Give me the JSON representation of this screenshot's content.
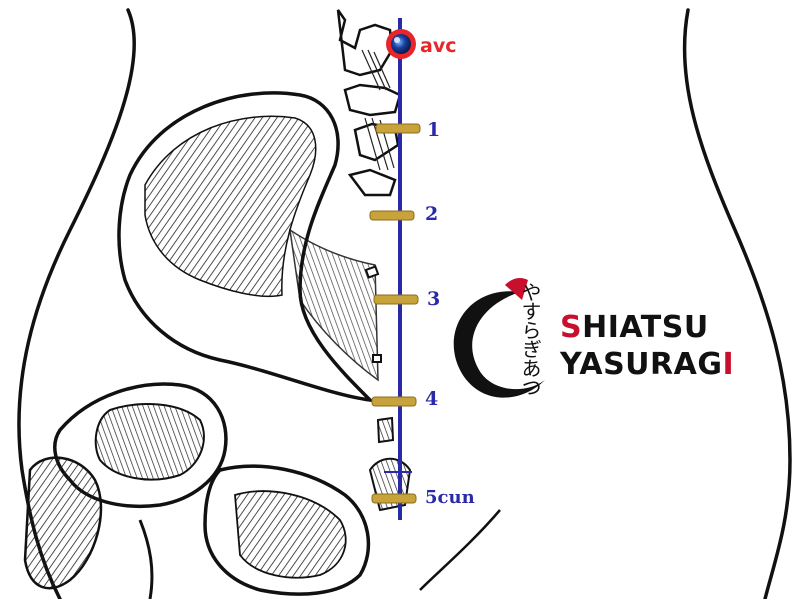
{
  "diagram": {
    "point_label": "avc",
    "scale_labels": [
      "1",
      "2",
      "3",
      "4",
      "5cun"
    ]
  },
  "logo": {
    "vertical_text": "やすらぎあつ",
    "line1_first": "S",
    "line1_rest": "HIATSU",
    "line2_first": "Y",
    "line2_rest": "ASURAG",
    "line2_last": "I"
  },
  "colors": {
    "measure_line": "#2a2aa8",
    "marker": "#c8a23a",
    "point_red": "#e8252b",
    "brand_red": "#c8102e"
  }
}
